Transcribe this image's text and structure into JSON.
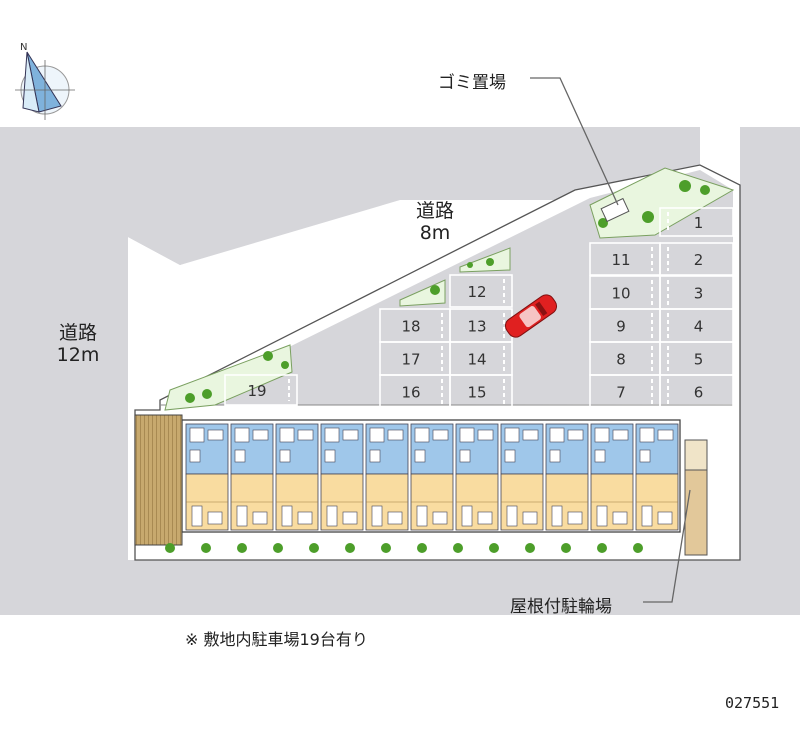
{
  "roads": {
    "north": {
      "name": "道路",
      "width": "8m"
    },
    "west": {
      "name": "道路",
      "width": "12m"
    }
  },
  "callouts": {
    "garbage": "ゴミ置場",
    "bicycle": "屋根付駐輪場"
  },
  "note": "※ 敷地内駐車場19台有り",
  "map_code": "027551",
  "compass": "N",
  "highlighted_space": "12",
  "parking_spaces": [
    "1",
    "2",
    "3",
    "4",
    "5",
    "6",
    "7",
    "8",
    "9",
    "10",
    "11",
    "12",
    "13",
    "14",
    "15",
    "16",
    "17",
    "18",
    "19"
  ],
  "colors": {
    "road": "#d6d6da",
    "lot": "#ffffff",
    "building_floor": "#f9dca0",
    "building_bath": "#9fc7ea",
    "green": "#6fbf3f",
    "car": "#e02020"
  }
}
